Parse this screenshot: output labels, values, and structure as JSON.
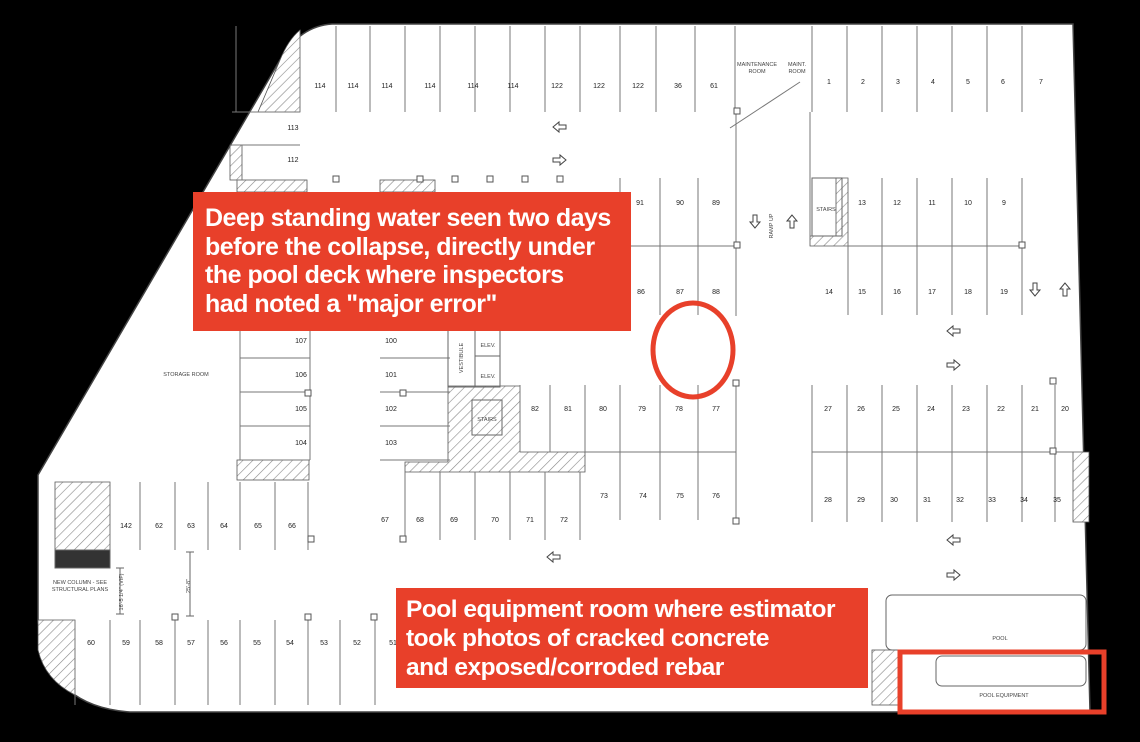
{
  "rooms": {
    "maintenance_1": "MAINTENANCE",
    "maintenance_2": "ROOM",
    "maint_1": "MAINT.",
    "maint_2": "ROOM",
    "storage": "STORAGE ROOM",
    "stairs_top": "STAIRS",
    "stairs_mid": "STAIRS",
    "elev_1": "ELEV.",
    "elev_2": "ELEV.",
    "vestibule": "VESTIBULE",
    "pool": "POOL",
    "pool_equipment": "POOL EQUIPMENT",
    "ramp_up": "RAMP UP",
    "new_column_1": "NEW COLUMN - SEE",
    "new_column_2": "STRUCTURAL PLANS",
    "dim_1": "16'-5 1/4\" (VIF)",
    "dim_2": "25'-8\""
  },
  "spaces": {
    "row_top": [
      "114",
      "114",
      "114",
      "114",
      "114",
      "114",
      "122",
      "122",
      "122",
      "36",
      "61"
    ],
    "row_top_right": [
      "1",
      "2",
      "3",
      "4",
      "5",
      "6",
      "7"
    ],
    "left_col_upper": [
      "113",
      "112"
    ],
    "right_upper_block": [
      "13",
      "12",
      "11",
      "10",
      "9"
    ],
    "right_mid_block": [
      "14",
      "15",
      "16",
      "17",
      "18",
      "19"
    ],
    "center_top": [
      "91",
      "90",
      "89"
    ],
    "center_mid": [
      "86",
      "87",
      "88"
    ],
    "left_pair_a": [
      "107",
      "106",
      "105",
      "104"
    ],
    "left_pair_b": [
      "100",
      "101",
      "102",
      "103"
    ],
    "center_lower": [
      "82",
      "81",
      "80",
      "79",
      "78",
      "77"
    ],
    "right_lower_a": [
      "27",
      "26",
      "25",
      "24",
      "23",
      "22",
      "21",
      "20"
    ],
    "right_lower_b": [
      "28",
      "29",
      "30",
      "31",
      "32",
      "33",
      "34",
      "35"
    ],
    "center_bottom": [
      "73",
      "74",
      "75",
      "76"
    ],
    "mid_row": [
      "67",
      "68",
      "69",
      "70",
      "71",
      "72"
    ],
    "left_row": [
      "142",
      "62",
      "63",
      "64",
      "65",
      "66"
    ],
    "bottom_row": [
      "60",
      "59",
      "58",
      "57",
      "56",
      "55",
      "54",
      "53",
      "52",
      "51"
    ]
  },
  "callouts": {
    "water": {
      "lines": [
        "Deep standing water seen two days",
        "before the collapse, directly under",
        "the pool deck where inspectors",
        "had noted a \"major error\""
      ]
    },
    "pool": {
      "lines": [
        "Pool equipment room where estimator",
        "took photos of cracked concrete",
        "and exposed/corroded rebar"
      ]
    }
  },
  "colors": {
    "accent": "#e8402a",
    "line": "#777777",
    "background": "#000000",
    "plan": "#ffffff"
  }
}
